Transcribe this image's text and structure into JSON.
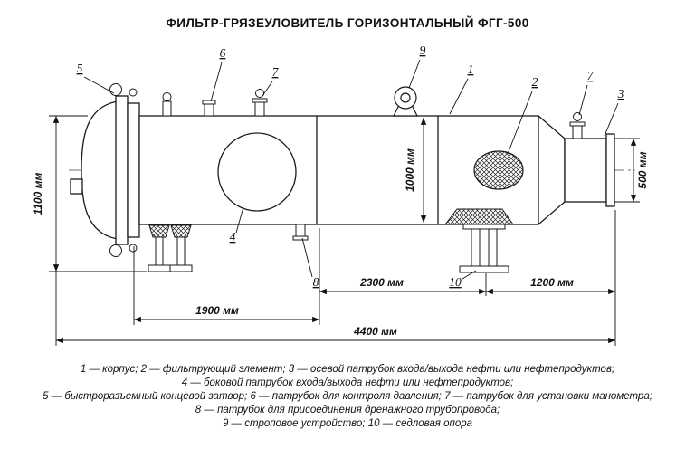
{
  "title": "ФИЛЬТР-ГРЯЗЕУЛОВИТЕЛЬ ГОРИЗОНТАЛЬНЫЙ ФГГ-500",
  "dims": {
    "h1100": "1100 мм",
    "d1000": "1000 мм",
    "d500": "500 мм",
    "l1900": "1900 мм",
    "l2300": "2300 мм",
    "l1200": "1200 мм",
    "l4400": "4400 мм"
  },
  "callouts": {
    "n1": "1",
    "n2": "2",
    "n3": "3",
    "n4": "4",
    "n5": "5",
    "n6": "6",
    "n7": "7",
    "n8": "8",
    "n9": "9",
    "n10": "10"
  },
  "legend": {
    "line1": "1 — корпус; 2 — фильтрующий элемент; 3 — осевой патрубок входа/выхода нефти или нефтепродуктов;",
    "line2": "4 — боковой патрубок входа/выхода нефти или нефтепродуктов;",
    "line3": "5 — быстроразъемный концевой затвор; 6 — патрубок для контроля давления; 7 — патрубок для установки манометра;",
    "line4": "8 — патрубок для присоединения дренажного трубопровода;",
    "line5": "9 — строповое устройство; 10 — седловая опора"
  }
}
